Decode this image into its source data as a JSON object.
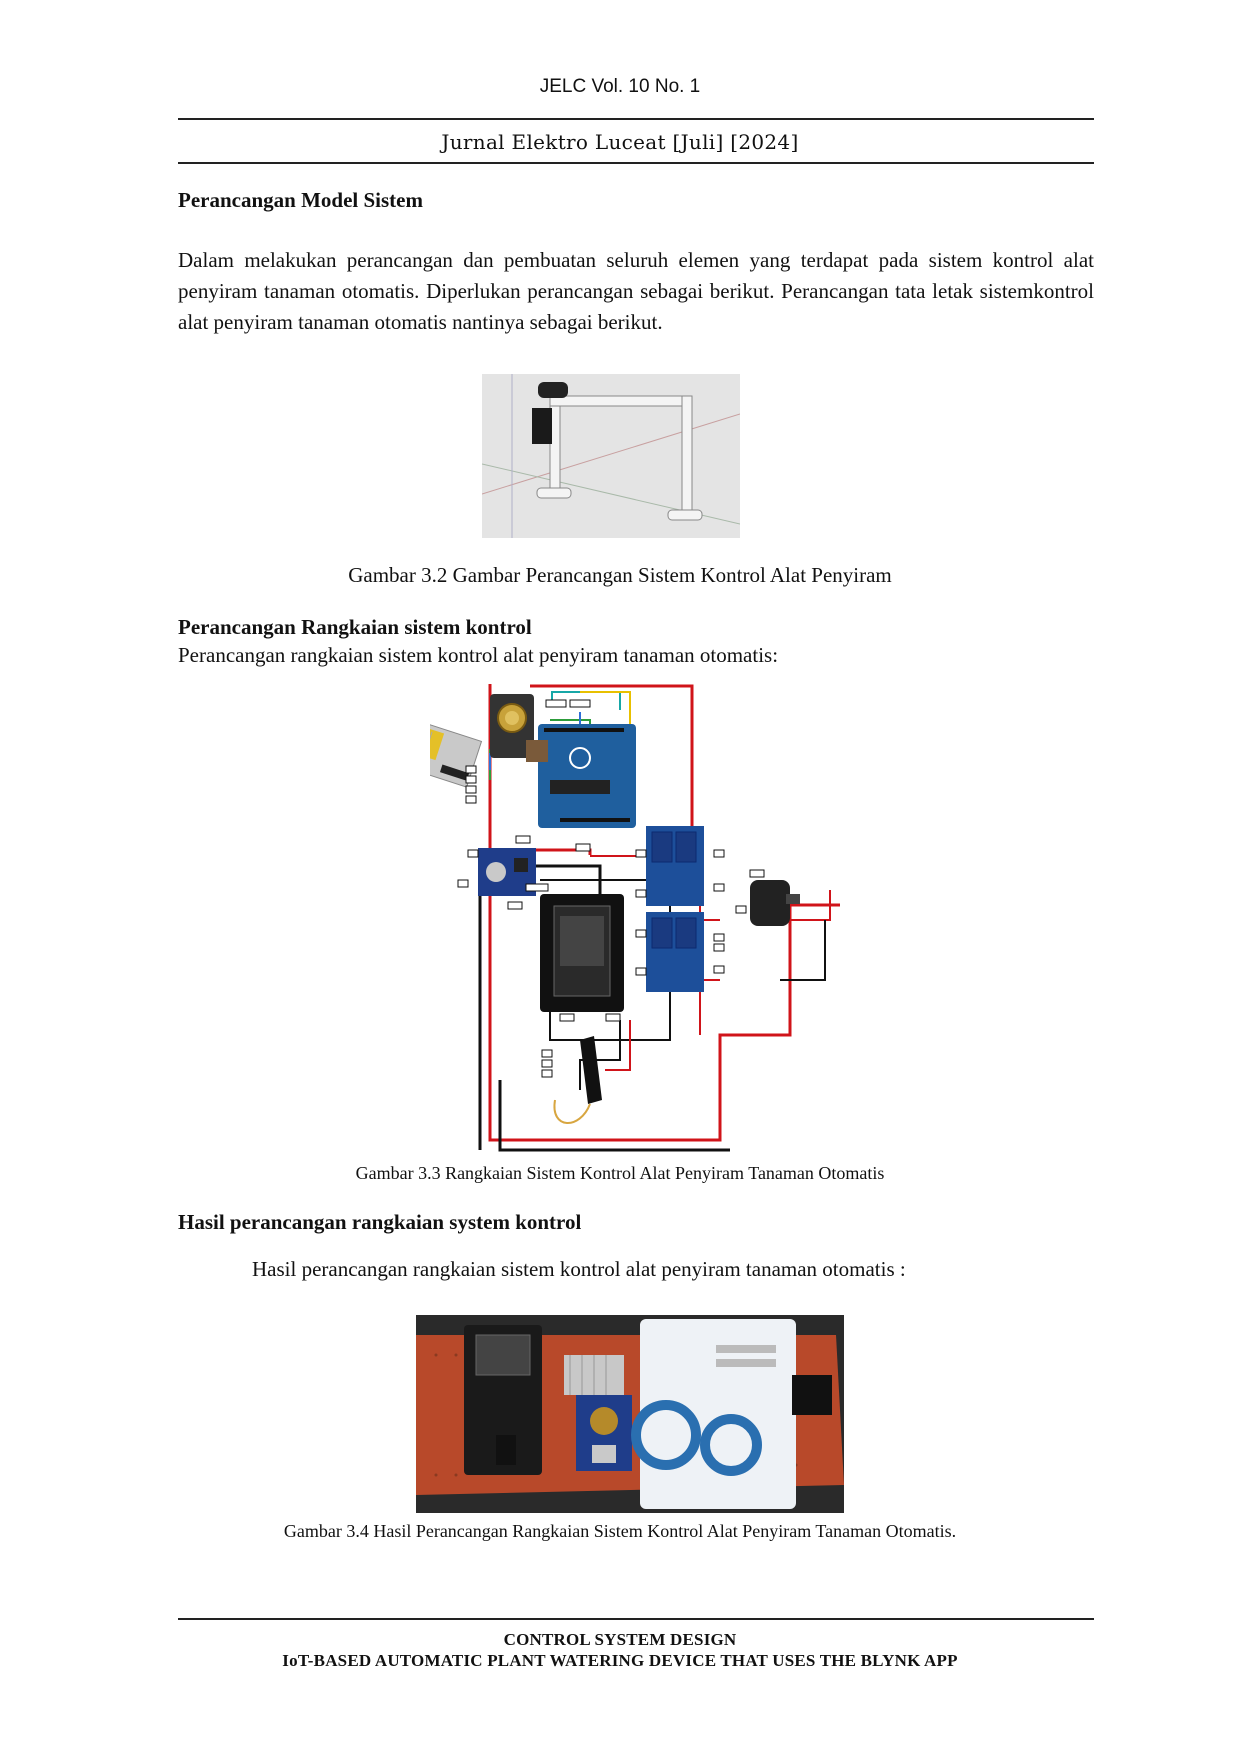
{
  "header": {
    "journal_volume": "JELC Vol. 10 No. 1",
    "journal_name": "Jurnal Elektro Luceat [Juli] [2024]"
  },
  "section1": {
    "heading": "Perancangan Model Sistem",
    "paragraph": "Dalam melakukan perancangan dan pembuatan seluruh elemen yang terdapat pada sistem kontrol alat penyiram tanaman otomatis. Diperlukan perancangan sebagai berikut. Perancangan tata letak sistemkontrol alat penyiram tanaman otomatis nantinya sebagai berikut.",
    "figure_caption": "Gambar 3.2 Gambar Perancangan Sistem Kontrol Alat Penyiram"
  },
  "section2": {
    "heading": "Perancangan Rangkaian sistem kontrol",
    "intro": "Perancangan  rangkaian  sistem  kontrol  alat penyiram tanaman otomatis:",
    "figure_caption": "Gambar 3.3 Rangkaian Sistem Kontrol Alat Penyiram Tanaman Otomatis"
  },
  "section3": {
    "heading": "Hasil perancangan rangkaian system kontrol",
    "intro": "Hasil perancangan rangkaian sistem kontrol alat penyiram tanaman otomatis :",
    "figure_caption": "Gambar 3.4 Hasil Perancangan Rangkaian Sistem Kontrol Alat Penyiram Tanaman Otomatis."
  },
  "footer": {
    "line1": "CONTROL SYSTEM DESIGN",
    "line2": "IoT-BASED AUTOMATIC PLANT WATERING DEVICE THAT USES THE BLYNK APP"
  },
  "colors": {
    "wire_red": "#d0141a",
    "wire_black": "#111111",
    "arduino_blue": "#1f5f9e",
    "relay_blue": "#1d4f9a",
    "pcb_orange": "#b8492a"
  }
}
